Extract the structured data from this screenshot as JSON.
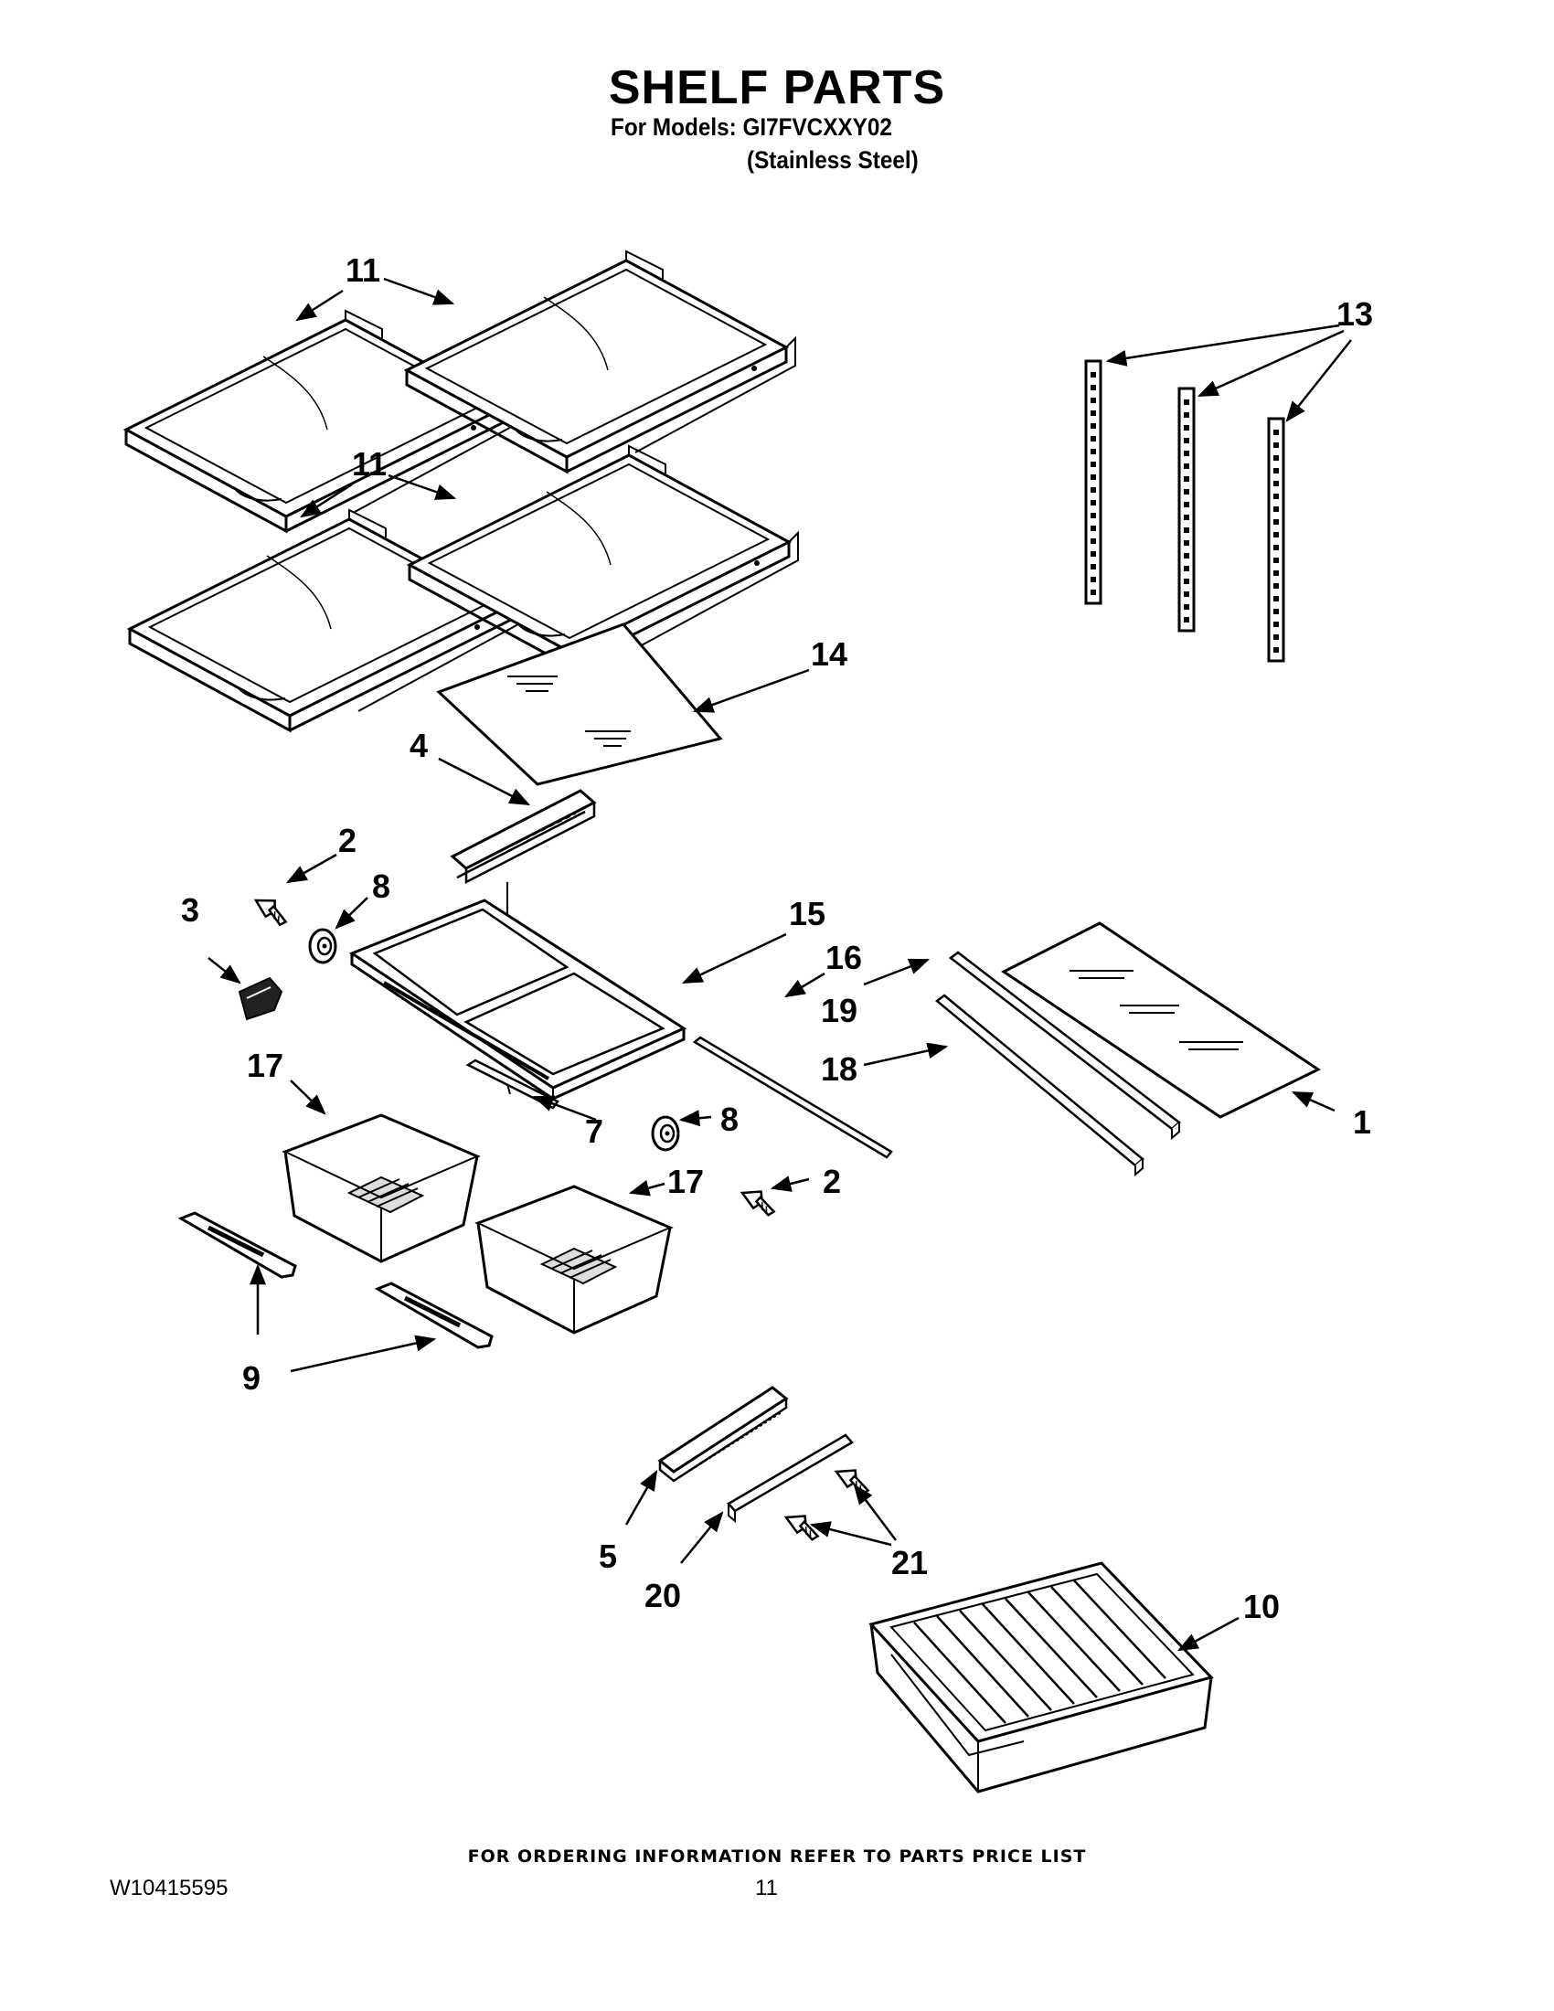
{
  "header": {
    "title": "SHELF PARTS",
    "models_line": "For Models: GI7FVCXXY02",
    "variant_line": "(Stainless Steel)"
  },
  "callouts": {
    "c1": "1",
    "c2a": "2",
    "c2b": "2",
    "c3": "3",
    "c4": "4",
    "c5": "5",
    "c7": "7",
    "c8a": "8",
    "c8b": "8",
    "c9": "9",
    "c10": "10",
    "c11a": "11",
    "c11b": "11",
    "c13": "13",
    "c14": "14",
    "c15": "15",
    "c16": "16",
    "c17a": "17",
    "c17b": "17",
    "c18": "18",
    "c19": "19",
    "c20": "20",
    "c21": "21"
  },
  "footer": {
    "note": "FOR ORDERING INFORMATION REFER TO PARTS PRICE LIST",
    "doc_number": "W10415595",
    "page_number": "11"
  },
  "colors": {
    "ink": "#000000",
    "paper": "#ffffff",
    "fill": "#ececec"
  }
}
